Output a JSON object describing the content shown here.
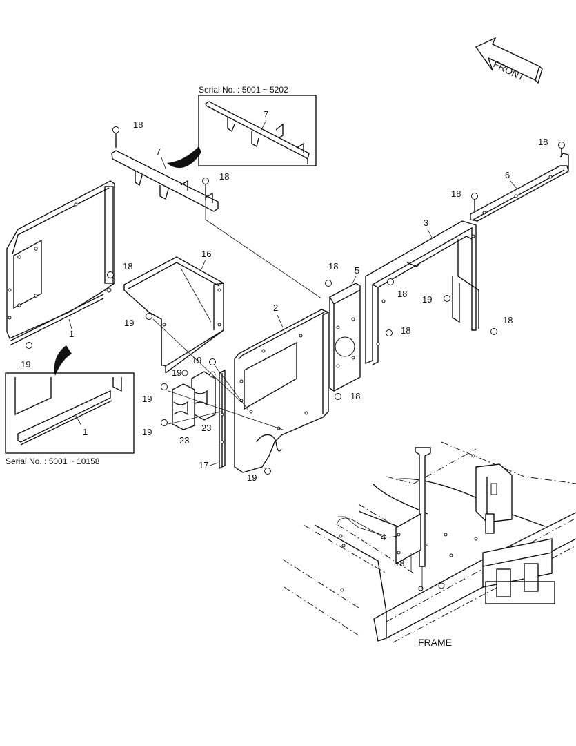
{
  "captions": {
    "serial_top": "Serial No. : 5001 ~ 5202",
    "serial_bottom": "Serial No. : 5001 ~ 10158",
    "frame": "FRAME",
    "front": "FRONT"
  },
  "callouts": {
    "c1a": "1",
    "c1b": "1",
    "c2": "2",
    "c3": "3",
    "c4": "4",
    "c5": "5",
    "c6": "6",
    "c7a": "7",
    "c7b": "7",
    "c16": "16",
    "c17": "17",
    "c23a": "23",
    "c23b": "23",
    "c18a": "18",
    "c18b": "18",
    "c18c": "18",
    "c18d": "18",
    "c18e": "18",
    "c18f": "18",
    "c18g": "18",
    "c18h": "18",
    "c18i": "18",
    "c18j": "18",
    "c19a": "19",
    "c19b": "19",
    "c19c": "19",
    "c19d": "19",
    "c19e": "19",
    "c19f": "19",
    "c19g": "19"
  }
}
